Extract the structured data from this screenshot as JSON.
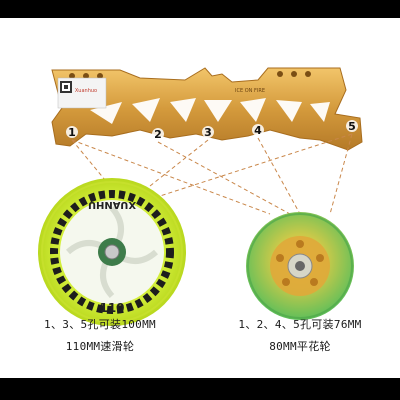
{
  "frame": {
    "holes": [
      "1",
      "2",
      "3",
      "4",
      "5"
    ],
    "sticker_text": "Xuanhuo",
    "engraving": "ICE ON FIRE"
  },
  "wheel_large": {
    "hub_text": "XUANHU",
    "side_text": "110"
  },
  "captions": {
    "left_line1": "1、3、5孔可装100MM",
    "left_line2": "110MM速滑轮",
    "right_line1": "1、2、4、5孔可装76MM",
    "right_line2": "80MM平花轮"
  },
  "colors": {
    "frame_gold": "#d9a441",
    "wheel_yellow": "#d6f24a",
    "wheel_green": "#7fcf5a",
    "hub_orange": "#f0a53a",
    "dashed_line": "#c9874a"
  }
}
